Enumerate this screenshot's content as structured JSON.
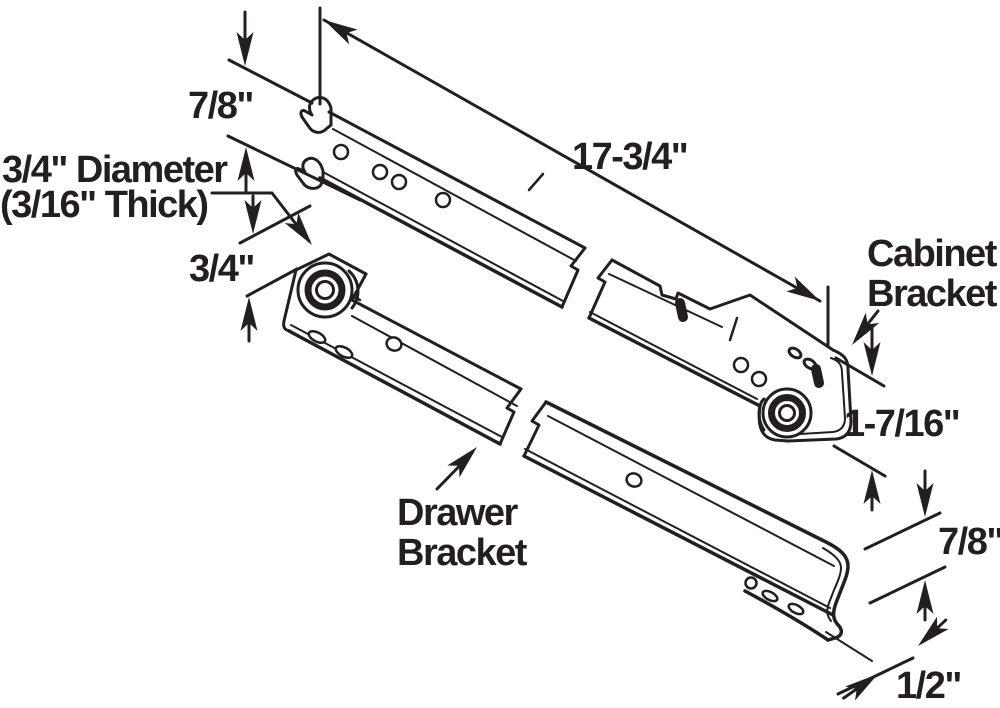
{
  "canvas": {
    "background": "#ffffff",
    "line_color": "#231f20"
  },
  "labels": {
    "top_height": "7/8\"",
    "length": "17-3/4\"",
    "roller_spec_line1": "3/4\" Diameter",
    "roller_spec_line2": "(3/16\" Thick)",
    "roller_diameter": "3/4\"",
    "cabinet_bracket_line1": "Cabinet",
    "cabinet_bracket_line2": "Bracket",
    "bracket_height": "1-7/16\"",
    "drawer_bracket_line1": "Drawer",
    "drawer_bracket_line2": "Bracket",
    "end_height": "7/8\"",
    "flange_width": "1/2\""
  }
}
